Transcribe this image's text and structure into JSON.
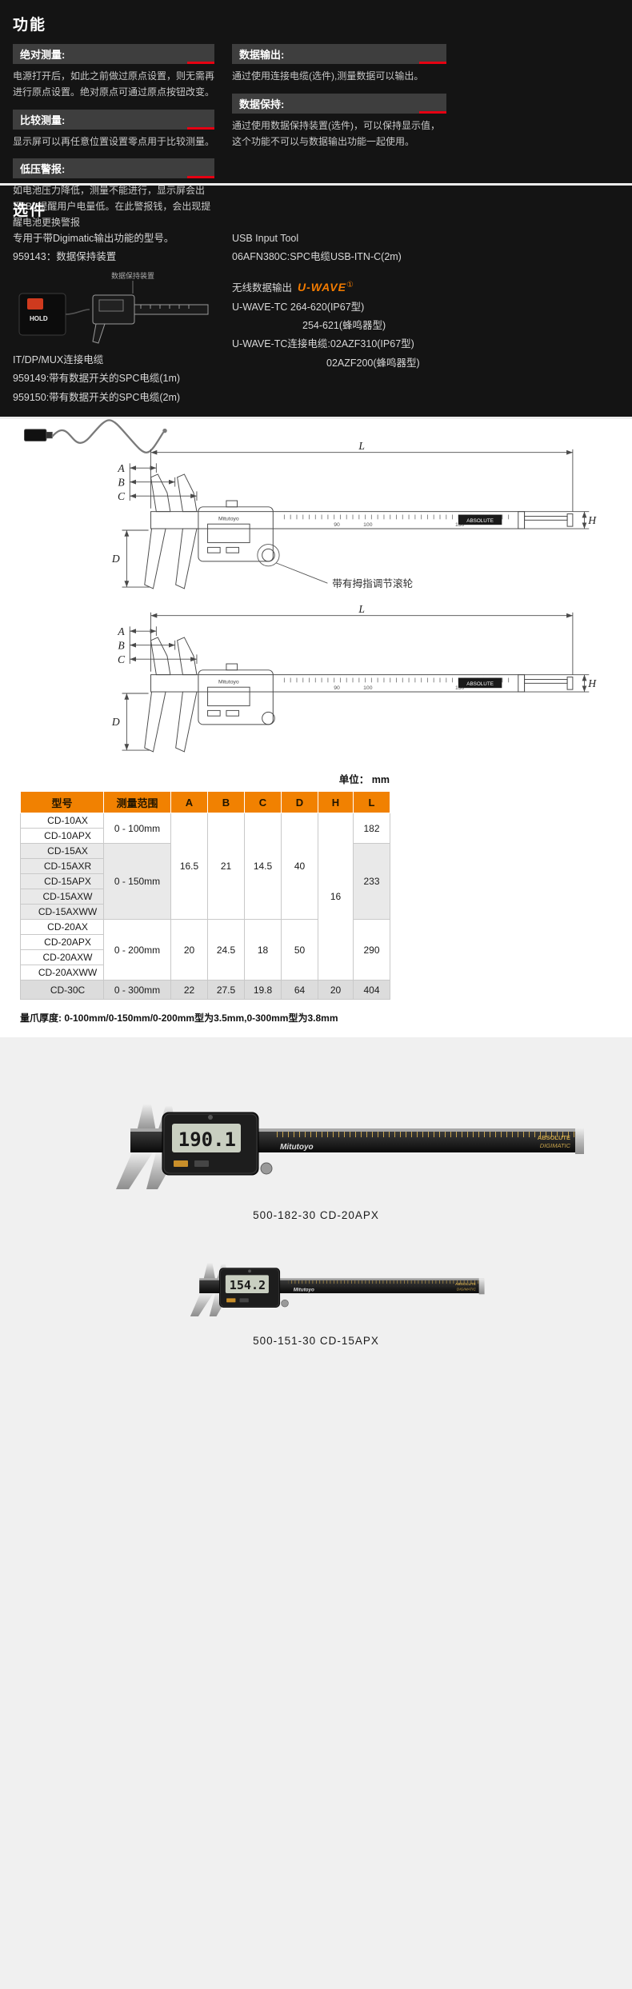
{
  "features": {
    "title": "功能",
    "items_left": [
      {
        "header": "绝对测量:",
        "body": "电源打开后，如此之前做过原点设置，则无需再进行原点设置。绝对原点可通过原点按钮改变。"
      },
      {
        "header": "比较测量:",
        "body": "显示屏可以再任意位置设置零点用于比较测量。"
      },
      {
        "header": "低压警报:",
        "body": "如电池压力降低，测量不能进行，显示屏会出现“B”,提醒用户电量低。在此警报钱，会出现提醒电池更换警报"
      }
    ],
    "items_right": [
      {
        "header": "数据输出:",
        "body": "通过使用连接电缆(选件),测量数据可以输出。"
      },
      {
        "header": "数据保持:",
        "body": "通过使用数据保持装置(选件)，可以保持显示值，这个功能不可以与数据输出功能一起使用。"
      }
    ]
  },
  "options": {
    "title": "选件",
    "intro": "专用于带Digimatic输出功能的型号。",
    "item_959143": "959143：数据保持装置",
    "hold_device_label": "数据保持装置",
    "hold_button": "HOLD",
    "cable_group_title": "IT/DP/MUX连接电缆",
    "cable_1m": "959149:带有数据开关的SPC电缆(1m)",
    "cable_2m": "959150:带有数据开关的SPC电缆(2m)",
    "usb_title": "USB Input Tool",
    "usb_cable": "06AFN380C:SPC电缆USB-ITN-C(2m)",
    "wireless_title": "无线数据输出",
    "uwave_logo": "U-WAVE",
    "uwave_mark": "①",
    "uwave_line1": "U-WAVE-TC 264-620(IP67型)",
    "uwave_line2": "254-621(蜂鸣器型)",
    "uwave_line3": "U-WAVE-TC连接电缆:02AZF310(IP67型)",
    "uwave_line4": "02AZF200(蜂鸣器型)"
  },
  "diagram": {
    "dim_L": "L",
    "dim_A": "A",
    "dim_B": "B",
    "dim_C": "C",
    "dim_D": "D",
    "dim_H": "H",
    "annotation": "带有拇指调节滚轮",
    "brand": "Mitutoyo",
    "badge": "ABSOLUTE",
    "scale_90": "90",
    "scale_100": "100",
    "scale_150": "150"
  },
  "table": {
    "unit_label": "单位： mm",
    "headers": [
      "型号",
      "测量范围",
      "A",
      "B",
      "C",
      "D",
      "H",
      "L"
    ],
    "rows": {
      "g1": {
        "m1": "CD-10AX",
        "m2": "CD-10APX",
        "range": "0 - 100mm",
        "L": "182"
      },
      "g2": {
        "m1": "CD-15AX",
        "m2": "CD-15AXR",
        "m3": "CD-15APX",
        "m4": "CD-15AXW",
        "m5": "CD-15AXWW",
        "range": "0 - 150mm",
        "L": "233"
      },
      "g3": {
        "m1": "CD-20AX",
        "m2": "CD-20APX",
        "m3": "CD-20AXW",
        "m4": "CD-20AXWW",
        "range": "0 - 200mm",
        "A": "20",
        "B": "24.5",
        "C": "18",
        "D": "50",
        "L": "290"
      },
      "g4": {
        "m1": "CD-30C",
        "range": "0 - 300mm",
        "A": "22",
        "B": "27.5",
        "C": "19.8",
        "D": "64",
        "H": "20",
        "L": "404"
      },
      "merged": {
        "A": "16.5",
        "B": "21",
        "C": "14.5",
        "D": "40",
        "H": "16"
      }
    },
    "note": "量爪厚度:  0-100mm/0-150mm/0-200mm型为3.5mm,0-300mm型为3.8mm"
  },
  "products": {
    "brand": "Mitutoyo",
    "badge_line1": "ABSOLUTE",
    "badge_line2": "DIGIMATIC",
    "p1": {
      "caption": "500-182-30  CD-20APX",
      "lcd": "190.1"
    },
    "p2": {
      "caption": "500-151-30  CD-15APX",
      "lcd": "154.2"
    }
  }
}
